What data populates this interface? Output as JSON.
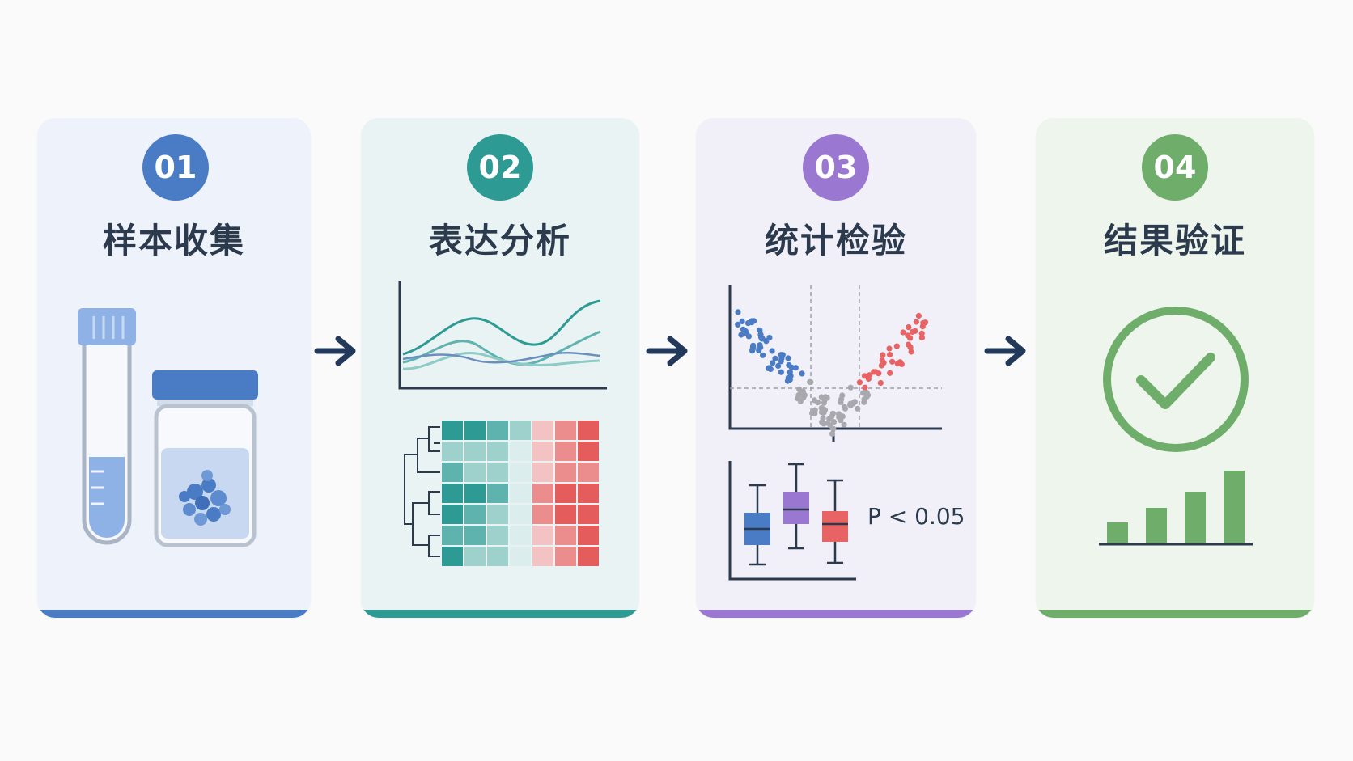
{
  "steps": [
    {
      "number": "01",
      "title": "样本收集",
      "color": "#4a7cc6",
      "bg": "#eef2fa",
      "icons": [
        "test-tube-icon",
        "sample-jar-icon"
      ]
    },
    {
      "number": "02",
      "title": "表达分析",
      "color": "#2d9a94",
      "bg": "#eaf3f3",
      "icons": [
        "line-chart-icon",
        "heatmap-icon"
      ]
    },
    {
      "number": "03",
      "title": "统计检验",
      "color": "#9a78d2",
      "bg": "#f1f0f8",
      "icons": [
        "volcano-plot-icon",
        "boxplot-icon"
      ],
      "annotation": "P < 0.05"
    },
    {
      "number": "04",
      "title": "结果验证",
      "color": "#6eae6a",
      "bg": "#eef5ec",
      "icons": [
        "checkmark-circle-icon",
        "bar-chart-icon"
      ]
    }
  ],
  "arrow_color": "#23395b"
}
